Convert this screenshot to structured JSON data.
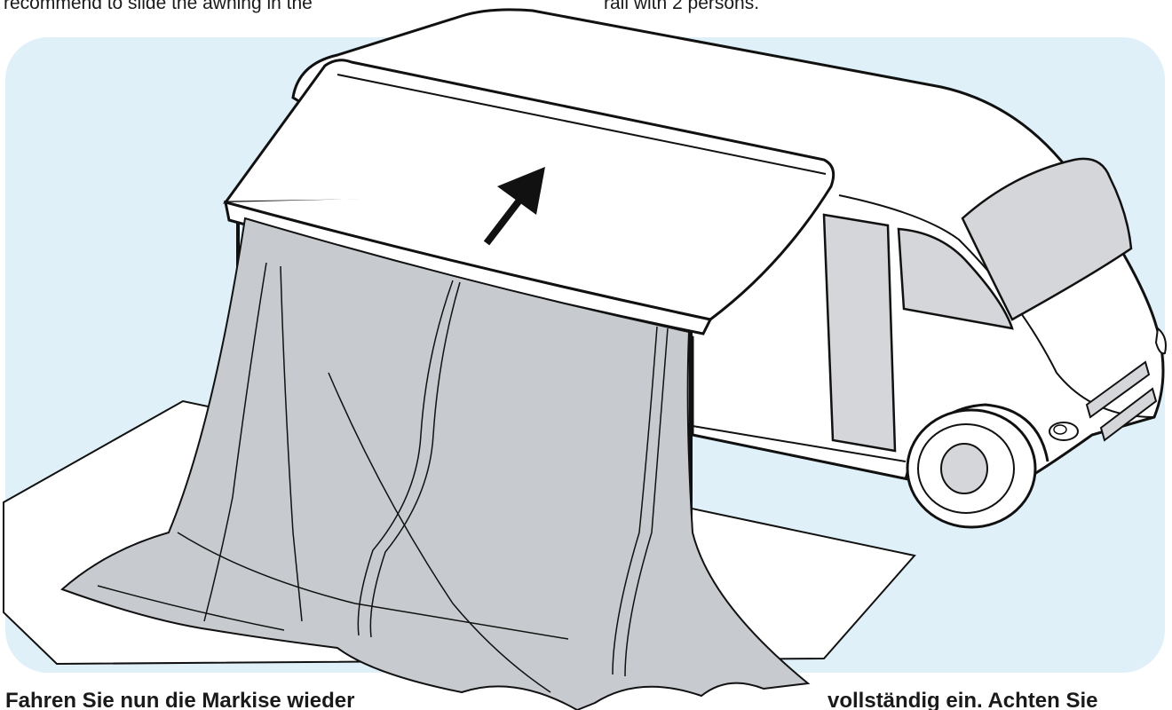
{
  "text": {
    "top_left": "recommend to slide the awning in the",
    "top_right": "rail with 2 persons.",
    "bottom_left": "Fahren Sie nun die Markise wieder",
    "bottom_right": "vollständig ein. Achten Sie"
  },
  "illustration": {
    "subject": "motorhome with extended awning and mesh curtain",
    "arrow_direction": "up-right",
    "colors": {
      "background_panel": "#dff0f9",
      "outline": "#111111",
      "curtain_fill": "#c7cace",
      "window_fill": "#d4d6d9",
      "body_fill": "#ffffff",
      "ground_fill": "#ffffff"
    }
  }
}
